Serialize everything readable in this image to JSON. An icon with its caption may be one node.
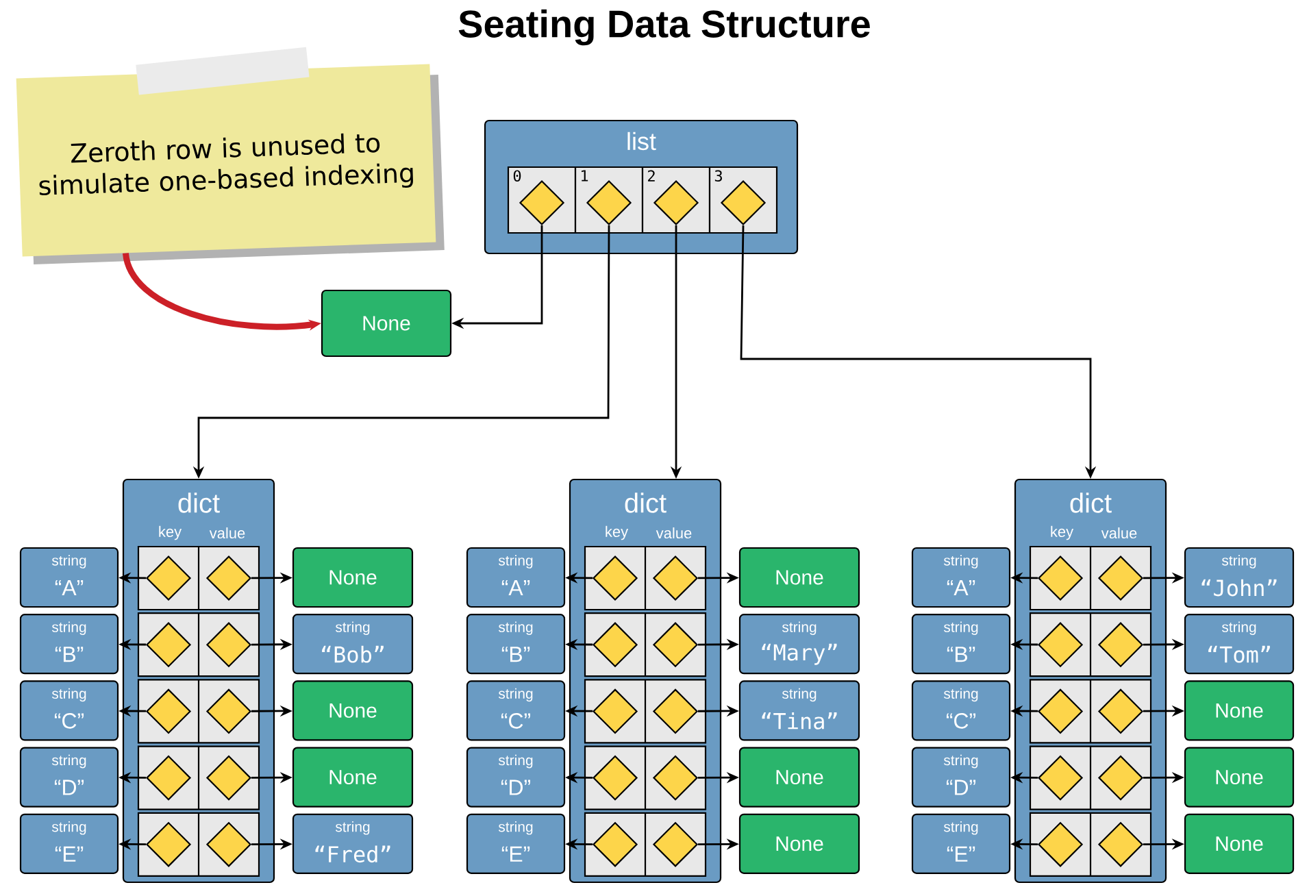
{
  "diagram": {
    "title": "Seating Data Structure",
    "nodes": [
      {
        "text": [
          "Zeroth row is unused to simulate one-based indexing"
        ]
      },
      {
        "text": [
          "list"
        ]
      },
      {
        "text": [
          "0"
        ],
        "in": 1
      },
      {
        "text": [
          "1"
        ],
        "in": 1
      },
      {
        "text": [
          "2"
        ],
        "in": 1
      },
      {
        "text": [
          "3"
        ],
        "in": 1
      },
      {
        "text": [],
        "shape": "diamond",
        "in": 2
      },
      {
        "text": [],
        "shape": "diamond",
        "in": 3
      },
      {
        "text": [],
        "shape": "diamond",
        "in": 4
      },
      {
        "text": [],
        "shape": "diamond",
        "in": 5
      },
      {
        "text": [
          "None"
        ]
      },
      {
        "text": [
          "dict",
          "key",
          "value"
        ]
      },
      {
        "text": [],
        "shape": "diamond",
        "in": 11
      },
      {
        "text": [],
        "shape": "diamond",
        "in": 11
      },
      {
        "text": [],
        "shape": "diamond",
        "in": 11
      },
      {
        "text": [],
        "shape": "diamond",
        "in": 11
      },
      {
        "text": [],
        "shape": "diamond",
        "in": 11
      },
      {
        "text": [],
        "shape": "diamond",
        "in": 11
      },
      {
        "text": [],
        "shape": "diamond",
        "in": 11
      },
      {
        "text": [],
        "shape": "diamond",
        "in": 11
      },
      {
        "text": [],
        "shape": "diamond",
        "in": 11
      },
      {
        "text": [],
        "shape": "diamond",
        "in": 11
      },
      {
        "text": [
          "string",
          "“A”"
        ]
      },
      {
        "text": [
          "string",
          "“B”"
        ]
      },
      {
        "text": [
          "string",
          "“C”"
        ]
      },
      {
        "text": [
          "string",
          "“D”"
        ]
      },
      {
        "text": [
          "string",
          "“E”"
        ]
      },
      {
        "text": [
          "None"
        ]
      },
      {
        "text": [
          "string",
          "“Bob”"
        ]
      },
      {
        "text": [
          "None"
        ]
      },
      {
        "text": [
          "None"
        ]
      },
      {
        "text": [
          "string",
          "“Fred”"
        ]
      },
      {
        "text": [
          "dict",
          "key",
          "value"
        ]
      },
      {
        "text": [],
        "shape": "diamond",
        "in": 32
      },
      {
        "text": [],
        "shape": "diamond",
        "in": 32
      },
      {
        "text": [],
        "shape": "diamond",
        "in": 32
      },
      {
        "text": [],
        "shape": "diamond",
        "in": 32
      },
      {
        "text": [],
        "shape": "diamond",
        "in": 32
      },
      {
        "text": [],
        "shape": "diamond",
        "in": 32
      },
      {
        "text": [],
        "shape": "diamond",
        "in": 32
      },
      {
        "text": [],
        "shape": "diamond",
        "in": 32
      },
      {
        "text": [],
        "shape": "diamond",
        "in": 32
      },
      {
        "text": [],
        "shape": "diamond",
        "in": 32
      },
      {
        "text": [
          "string",
          "“A”"
        ]
      },
      {
        "text": [
          "string",
          "“B”"
        ]
      },
      {
        "text": [
          "string",
          "“C”"
        ]
      },
      {
        "text": [
          "string",
          "“D”"
        ]
      },
      {
        "text": [
          "string",
          "“E”"
        ]
      },
      {
        "text": [
          "None"
        ]
      },
      {
        "text": [
          "string",
          "“Mary”"
        ]
      },
      {
        "text": [
          "string",
          "“Tina”"
        ]
      },
      {
        "text": [
          "None"
        ]
      },
      {
        "text": [
          "None"
        ]
      },
      {
        "text": [
          "dict",
          "key",
          "value"
        ]
      },
      {
        "text": [],
        "shape": "diamond",
        "in": 53
      },
      {
        "text": [],
        "shape": "diamond",
        "in": 53
      },
      {
        "text": [],
        "shape": "diamond",
        "in": 53
      },
      {
        "text": [],
        "shape": "diamond",
        "in": 53
      },
      {
        "text": [],
        "shape": "diamond",
        "in": 53
      },
      {
        "text": [],
        "shape": "diamond",
        "in": 53
      },
      {
        "text": [],
        "shape": "diamond",
        "in": 53
      },
      {
        "text": [],
        "shape": "diamond",
        "in": 53
      },
      {
        "text": [],
        "shape": "diamond",
        "in": 53
      },
      {
        "text": [],
        "shape": "diamond",
        "in": 53
      },
      {
        "text": [
          "string",
          "“A”"
        ]
      },
      {
        "text": [
          "string",
          "“B”"
        ]
      },
      {
        "text": [
          "string",
          "“C”"
        ]
      },
      {
        "text": [
          "string",
          "“D”"
        ]
      },
      {
        "text": [
          "string",
          "“E”"
        ]
      },
      {
        "text": [
          "string",
          "“John”"
        ]
      },
      {
        "text": [
          "string",
          "“Tom”"
        ]
      },
      {
        "text": [
          "None"
        ]
      },
      {
        "text": [
          "None"
        ]
      },
      {
        "text": [
          "None"
        ]
      }
    ],
    "edges": [
      {
        "from": 0,
        "to": 10,
        "arrow": "to",
        "style": "thick",
        "color": "#cc2027"
      },
      {
        "from": 6,
        "to": 10,
        "arrow": "to"
      },
      {
        "from": 7,
        "to": 11,
        "arrow": "to"
      },
      {
        "from": 8,
        "to": 32,
        "arrow": "to"
      },
      {
        "from": 9,
        "to": 53,
        "arrow": "to"
      },
      {
        "from": 12,
        "to": 22,
        "arrow": "to"
      },
      {
        "from": 13,
        "to": 27,
        "arrow": "to"
      },
      {
        "from": 14,
        "to": 23,
        "arrow": "to"
      },
      {
        "from": 15,
        "to": 28,
        "arrow": "to"
      },
      {
        "from": 16,
        "to": 24,
        "arrow": "to"
      },
      {
        "from": 17,
        "to": 29,
        "arrow": "to"
      },
      {
        "from": 18,
        "to": 25,
        "arrow": "to"
      },
      {
        "from": 19,
        "to": 30,
        "arrow": "to"
      },
      {
        "from": 20,
        "to": 26,
        "arrow": "to"
      },
      {
        "from": 21,
        "to": 31,
        "arrow": "to"
      },
      {
        "from": 33,
        "to": 43,
        "arrow": "to"
      },
      {
        "from": 34,
        "to": 48,
        "arrow": "to"
      },
      {
        "from": 35,
        "to": 44,
        "arrow": "to"
      },
      {
        "from": 36,
        "to": 49,
        "arrow": "to"
      },
      {
        "from": 37,
        "to": 45,
        "arrow": "to"
      },
      {
        "from": 38,
        "to": 50,
        "arrow": "to"
      },
      {
        "from": 39,
        "to": 46,
        "arrow": "to"
      },
      {
        "from": 40,
        "to": 51,
        "arrow": "to"
      },
      {
        "from": 41,
        "to": 47,
        "arrow": "to"
      },
      {
        "from": 42,
        "to": 52,
        "arrow": "to"
      },
      {
        "from": 54,
        "to": 64,
        "arrow": "to"
      },
      {
        "from": 55,
        "to": 69,
        "arrow": "to"
      },
      {
        "from": 56,
        "to": 65,
        "arrow": "to"
      },
      {
        "from": 57,
        "to": 70,
        "arrow": "to"
      },
      {
        "from": 58,
        "to": 66,
        "arrow": "to"
      },
      {
        "from": 59,
        "to": 71,
        "arrow": "to"
      },
      {
        "from": 60,
        "to": 67,
        "arrow": "to"
      },
      {
        "from": 61,
        "to": 72,
        "arrow": "to"
      },
      {
        "from": 62,
        "to": 68,
        "arrow": "to"
      },
      {
        "from": 63,
        "to": 73,
        "arrow": "to"
      }
    ]
  }
}
